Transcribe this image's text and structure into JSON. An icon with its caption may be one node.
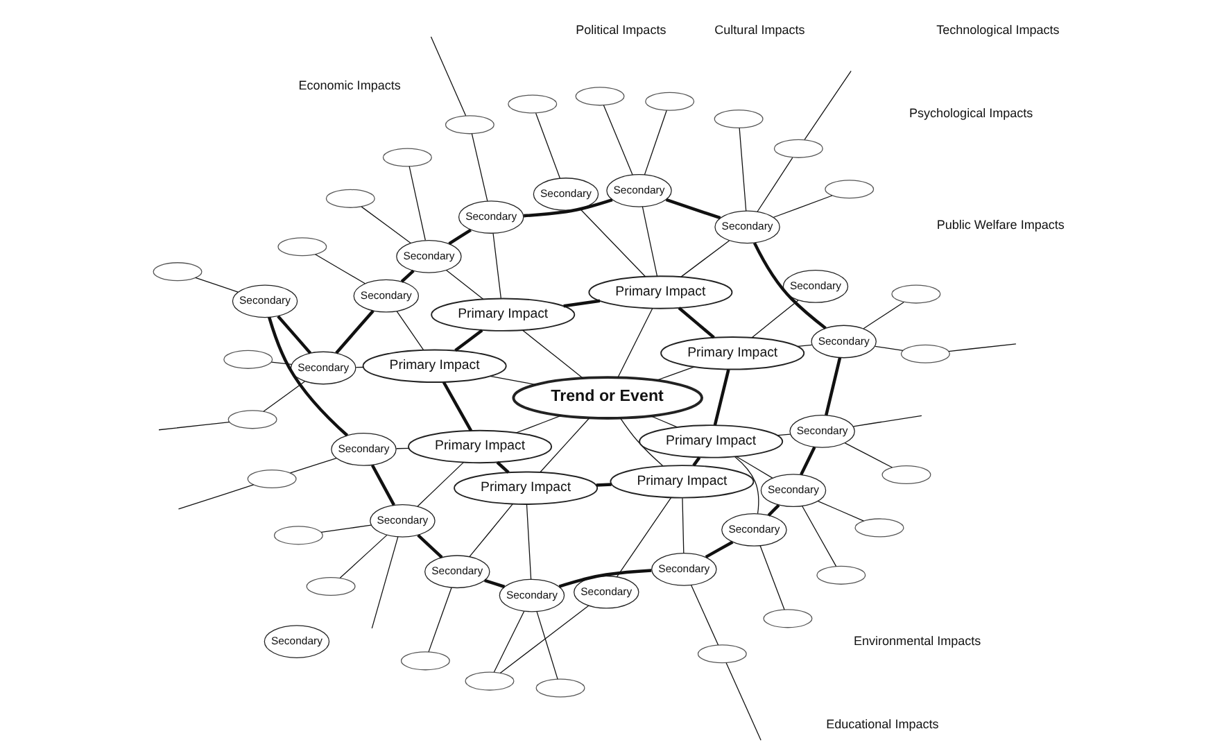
{
  "diagram": {
    "nodes": [
      {
        "text": [
          "Trend or Event"
        ]
      },
      {
        "text": [
          "Primary Impact"
        ]
      },
      {
        "text": [
          "Primary Impact"
        ]
      },
      {
        "text": [
          "Primary Impact"
        ]
      },
      {
        "text": [
          "Primary Impact"
        ]
      },
      {
        "text": [
          "Primary Impact"
        ]
      },
      {
        "text": [
          "Primary Impact"
        ]
      },
      {
        "text": [
          "Primary Impact"
        ]
      },
      {
        "text": [
          "Primary Impact"
        ]
      },
      {
        "text": [
          "Secondary"
        ]
      },
      {
        "text": [
          "Secondary"
        ]
      },
      {
        "text": [
          "Secondary"
        ]
      },
      {
        "text": [
          "Secondary"
        ]
      },
      {
        "text": [
          "Secondary"
        ]
      },
      {
        "text": [
          "Secondary"
        ]
      },
      {
        "text": [
          "Secondary"
        ]
      },
      {
        "text": [
          "Secondary"
        ]
      },
      {
        "text": [
          "Secondary"
        ]
      },
      {
        "text": [
          "Secondary"
        ]
      },
      {
        "text": [
          "Secondary"
        ]
      },
      {
        "text": [
          "Secondary"
        ]
      },
      {
        "text": [
          "Secondary"
        ]
      },
      {
        "text": [
          "Secondary"
        ]
      },
      {
        "text": [
          "Secondary"
        ]
      },
      {
        "text": [
          "Secondary"
        ]
      },
      {
        "text": [
          "Secondary"
        ]
      },
      {
        "text": [
          "Secondary"
        ]
      },
      {
        "text": [
          "Secondary"
        ]
      },
      {
        "text": [
          "Secondary"
        ]
      },
      {
        "text": [],
        "shape": "ellipse"
      },
      {
        "text": [],
        "shape": "ellipse"
      },
      {
        "text": [],
        "shape": "ellipse"
      },
      {
        "text": [],
        "shape": "ellipse"
      },
      {
        "text": [],
        "shape": "ellipse"
      },
      {
        "text": [],
        "shape": "ellipse"
      },
      {
        "text": [],
        "shape": "ellipse"
      },
      {
        "text": [],
        "shape": "ellipse"
      },
      {
        "text": [],
        "shape": "ellipse"
      },
      {
        "text": [],
        "shape": "ellipse"
      },
      {
        "text": [],
        "shape": "ellipse"
      },
      {
        "text": [],
        "shape": "ellipse"
      },
      {
        "text": [],
        "shape": "ellipse"
      },
      {
        "text": [],
        "shape": "ellipse"
      },
      {
        "text": [],
        "shape": "ellipse"
      },
      {
        "text": [],
        "shape": "ellipse"
      },
      {
        "text": [],
        "shape": "ellipse"
      },
      {
        "text": [],
        "shape": "ellipse"
      },
      {
        "text": [],
        "shape": "ellipse"
      },
      {
        "text": [],
        "shape": "ellipse"
      },
      {
        "text": [],
        "shape": "ellipse"
      },
      {
        "text": [],
        "shape": "ellipse"
      },
      {
        "text": [],
        "shape": "ellipse"
      },
      {
        "text": [],
        "shape": "ellipse"
      },
      {
        "text": [],
        "shape": "ellipse"
      },
      {
        "text": [],
        "shape": "ellipse"
      }
    ],
    "edges": [
      {
        "from": 0,
        "to": 1,
        "arrow": "none"
      },
      {
        "from": 0,
        "to": 2,
        "arrow": "none"
      },
      {
        "from": 0,
        "to": 3,
        "arrow": "none"
      },
      {
        "from": 0,
        "to": 4,
        "arrow": "none"
      },
      {
        "from": 0,
        "to": 5,
        "arrow": "none"
      },
      {
        "from": 0,
        "to": 6,
        "arrow": "none"
      },
      {
        "from": 0,
        "to": 7,
        "arrow": "none"
      },
      {
        "from": 0,
        "to": 8,
        "arrow": "none"
      },
      {
        "from": 1,
        "to": 2,
        "arrow": "none",
        "style": "thick"
      },
      {
        "from": 2,
        "to": 3,
        "arrow": "none",
        "style": "thick"
      },
      {
        "from": 3,
        "to": 4,
        "arrow": "none",
        "style": "thick"
      },
      {
        "from": 4,
        "to": 5,
        "arrow": "none",
        "style": "thick"
      },
      {
        "from": 5,
        "to": 6,
        "arrow": "none",
        "style": "thick"
      },
      {
        "from": 6,
        "to": 7,
        "arrow": "none",
        "style": "thick"
      },
      {
        "from": 7,
        "to": 8,
        "arrow": "none",
        "style": "thick"
      },
      {
        "from": 8,
        "to": 1,
        "arrow": "none",
        "style": "thick"
      },
      {
        "from": 1,
        "to": 9,
        "arrow": "none"
      },
      {
        "from": 1,
        "to": 28,
        "arrow": "none"
      },
      {
        "from": 2,
        "to": 11,
        "arrow": "none"
      },
      {
        "from": 2,
        "to": 12,
        "arrow": "none"
      },
      {
        "from": 2,
        "to": 13,
        "arrow": "none"
      },
      {
        "from": 3,
        "to": 14,
        "arrow": "none"
      },
      {
        "from": 3,
        "to": 15,
        "arrow": "none"
      },
      {
        "from": 4,
        "to": 16,
        "arrow": "none"
      },
      {
        "from": 4,
        "to": 17,
        "arrow": "none"
      },
      {
        "from": 5,
        "to": 19,
        "arrow": "none"
      },
      {
        "from": 5,
        "to": 20,
        "arrow": "none"
      },
      {
        "from": 6,
        "to": 21,
        "arrow": "none"
      },
      {
        "from": 6,
        "to": 22,
        "arrow": "none"
      },
      {
        "from": 7,
        "to": 23,
        "arrow": "none"
      },
      {
        "from": 7,
        "to": 24,
        "arrow": "none"
      },
      {
        "from": 8,
        "to": 25,
        "arrow": "none"
      },
      {
        "from": 8,
        "to": 26,
        "arrow": "none"
      },
      {
        "from": 8,
        "to": 27,
        "arrow": "none"
      },
      {
        "from": 9,
        "to": 11,
        "arrow": "none",
        "style": "thick"
      },
      {
        "from": 11,
        "to": 12,
        "arrow": "none",
        "style": "thick"
      },
      {
        "from": 12,
        "to": 14,
        "arrow": "none",
        "style": "thick"
      },
      {
        "from": 14,
        "to": 15,
        "arrow": "none",
        "style": "thick"
      },
      {
        "from": 15,
        "to": 16,
        "arrow": "none",
        "style": "thick"
      },
      {
        "from": 16,
        "to": 17,
        "arrow": "none",
        "style": "thick"
      },
      {
        "from": 17,
        "to": 18,
        "arrow": "none",
        "style": "thick"
      },
      {
        "from": 18,
        "to": 19,
        "arrow": "none",
        "style": "thick"
      },
      {
        "from": 19,
        "to": 20,
        "arrow": "none",
        "style": "thick"
      },
      {
        "from": 20,
        "to": 21,
        "arrow": "none",
        "style": "thick"
      },
      {
        "from": 21,
        "to": 22,
        "arrow": "none",
        "style": "thick"
      },
      {
        "from": 22,
        "to": 24,
        "arrow": "none",
        "style": "thick"
      },
      {
        "from": 24,
        "to": 25,
        "arrow": "none",
        "style": "thick"
      },
      {
        "from": 25,
        "to": 26,
        "arrow": "none",
        "style": "thick"
      },
      {
        "from": 26,
        "to": 27,
        "arrow": "none",
        "style": "thick"
      },
      {
        "from": 27,
        "to": 9,
        "arrow": "none",
        "style": "thick"
      },
      {
        "from": 9,
        "to": 29,
        "arrow": "none"
      },
      {
        "from": 9,
        "to": 30,
        "arrow": "none"
      },
      {
        "from": 27,
        "to": 31,
        "arrow": "none"
      },
      {
        "from": 11,
        "to": 32,
        "arrow": "none"
      },
      {
        "from": 11,
        "to": 33,
        "arrow": "none"
      },
      {
        "from": 11,
        "to": 34,
        "arrow": "none"
      },
      {
        "from": 26,
        "to": 35,
        "arrow": "none"
      },
      {
        "from": 12,
        "to": 36,
        "arrow": "none"
      },
      {
        "from": 26,
        "to": 37,
        "arrow": "none"
      },
      {
        "from": 12,
        "to": 38,
        "arrow": "none"
      },
      {
        "from": 25,
        "to": 39,
        "arrow": "none"
      },
      {
        "from": 13,
        "to": 40,
        "arrow": "none"
      },
      {
        "from": 24,
        "to": 41,
        "arrow": "none"
      },
      {
        "from": 14,
        "to": 42,
        "arrow": "none"
      },
      {
        "from": 15,
        "to": 43,
        "arrow": "none"
      },
      {
        "from": 23,
        "to": 44,
        "arrow": "none"
      },
      {
        "from": 22,
        "to": 44,
        "arrow": "none"
      },
      {
        "from": 15,
        "to": 45,
        "arrow": "none"
      },
      {
        "from": 22,
        "to": 46,
        "arrow": "none"
      },
      {
        "from": 16,
        "to": 47,
        "arrow": "none"
      },
      {
        "from": 17,
        "to": 48,
        "arrow": "none"
      },
      {
        "from": 21,
        "to": 49,
        "arrow": "none"
      },
      {
        "from": 17,
        "to": 50,
        "arrow": "none"
      },
      {
        "from": 20,
        "to": 51,
        "arrow": "none"
      },
      {
        "from": 20,
        "to": 52,
        "arrow": "none"
      },
      {
        "from": 18,
        "to": 53,
        "arrow": "none"
      },
      {
        "from": 19,
        "to": 54,
        "arrow": "none"
      },
      {
        "from": 29,
        "to": null,
        "arrow": "none"
      },
      {
        "from": 27,
        "to": null,
        "arrow": "none"
      },
      {
        "from": 33,
        "to": null,
        "arrow": "none"
      },
      {
        "from": 41,
        "to": null,
        "arrow": "none"
      },
      {
        "from": 42,
        "to": null,
        "arrow": "none"
      },
      {
        "from": 50,
        "to": null,
        "arrow": "none"
      },
      {
        "from": 20,
        "to": null,
        "arrow": "none"
      },
      {
        "from": 54,
        "to": null,
        "arrow": "none"
      }
    ],
    "labels": [
      "Economic Impacts",
      "Cultural Impacts",
      "Environmental Impacts",
      "Psychological Impacts",
      "Public Welfare Impacts",
      "Political Impacts",
      "Technological Impacts",
      "Educational Impacts"
    ]
  }
}
